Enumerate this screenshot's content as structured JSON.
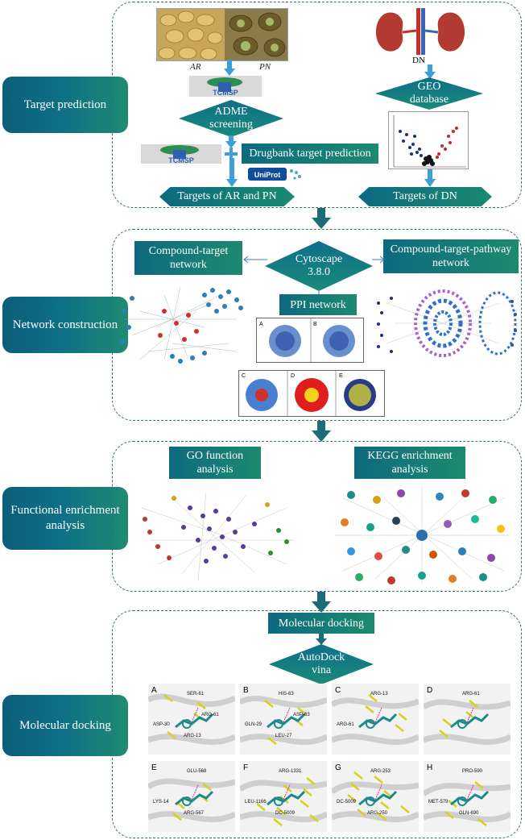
{
  "stages": {
    "target_prediction": "Target prediction",
    "network_construction": "Network construction",
    "functional_enrichment": "Functional enrichment analysis",
    "molecular_docking": "Molecular docking"
  },
  "panel1": {
    "herb_label_ar": "AR",
    "herb_label_pn": "PN",
    "tcmsp_logo": "TCMSP",
    "adme": "ADME screening",
    "drugbank": "Drugbank target prediction",
    "uniprot_logo": "UniProt",
    "targets_ar_pn": "Targets of AR and PN",
    "dn_label": "DN",
    "geo": "GEO database",
    "targets_dn": "Targets of DN"
  },
  "panel2": {
    "compound_target": "Compound-target network",
    "cytoscape": "Cytoscape 3.8.0",
    "compound_target_pathway": "Compound-target-pathway network",
    "ppi": "PPI network",
    "ppi_labels": [
      "A",
      "B",
      "C",
      "D",
      "E"
    ]
  },
  "panel3": {
    "go": "GO function analysis",
    "kegg": "KEGG enrichment analysis"
  },
  "panel4": {
    "molecular_docking": "Molecular docking",
    "autodock": "AutoDock vina",
    "dock_labels": [
      "A",
      "B",
      "C",
      "D",
      "E",
      "F",
      "G",
      "H"
    ],
    "residues": [
      [
        "SER-61",
        "ASP-30",
        "ARG-13",
        "ARG-61"
      ],
      [
        "HIS-63",
        "GLN-29",
        "LEU-27",
        "ASP-63"
      ],
      [
        "ARG-13",
        "ARG-61"
      ],
      [
        "ARG-61"
      ],
      [
        "GLU-568",
        "LYS-14",
        "ARG-567"
      ],
      [
        "ARG-1331",
        "LEU-1166",
        "DC-5009"
      ],
      [
        "ARG-253",
        "DC-5009",
        "ARG-250"
      ],
      [
        "PRO-590",
        "MET-579",
        "GLN-690"
      ]
    ]
  },
  "colors": {
    "label_dark": "#0b5e7a",
    "label_green": "#1f8b73",
    "arrow_blue": "#3b9fd8",
    "dashed_border": "#3a6f6e",
    "docking_yellow": "#d7d21c",
    "docking_teal": "#1c8a8a"
  }
}
